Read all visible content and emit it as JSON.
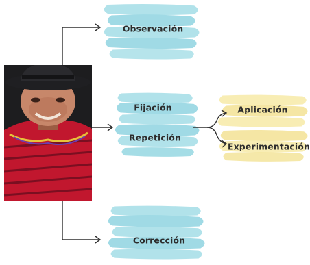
{
  "colors": {
    "teal_stroke": "#a9dfe8",
    "teal_stroke_dark": "#8fd4e0",
    "yellow_stroke": "#f8ecb0",
    "yellow_stroke_dark": "#f3e294",
    "arrow": "#2f2f2f",
    "text": "#2d2d2d"
  },
  "photo": {
    "description_icon": "person-photo",
    "colors": {
      "hat": "#2a2a2e",
      "skin": "#c7876a",
      "skin_shadow": "#9c5c43",
      "shirt": "#c1172e",
      "shirt_stripe": "#7a0f21",
      "background": "#1d1d1f"
    }
  },
  "nodes": {
    "observacion": "Observación",
    "fijacion": "Fijación",
    "repeticion": "Repetición",
    "aplicacion": "Aplicación",
    "experimentacion": "Experimentación",
    "correccion": "Corrección"
  }
}
